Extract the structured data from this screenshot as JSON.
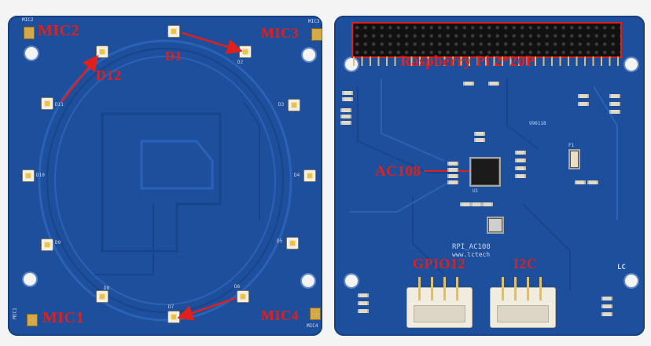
{
  "left_board": {
    "mic_labels": [
      "MIC2",
      "MIC3",
      "MIC1",
      "MIC4"
    ],
    "led_labels": {
      "top": "D1",
      "upper_left": "D12"
    },
    "silk_mic": [
      "MIC2",
      "MIC3",
      "MIC1",
      "MIC4"
    ],
    "leds": [
      "D1",
      "D2",
      "D3",
      "D4",
      "D5",
      "D6",
      "D7",
      "D8",
      "D9",
      "D10",
      "D11",
      "D12"
    ]
  },
  "right_board": {
    "header_label": "Raspberry Pi 2*20P",
    "chip_label": "AC108",
    "gpio_label": "GPIO12",
    "i2c_label": "I2C",
    "silk": {
      "model": "RPI_AC108",
      "url": "www.lctech",
      "code": "996118",
      "logo": "LC",
      "u1": "U1",
      "f1": "F1"
    }
  },
  "colors": {
    "board": "#1d4f9c",
    "annotation": "#e0201d",
    "pad": "#d4a94a"
  }
}
